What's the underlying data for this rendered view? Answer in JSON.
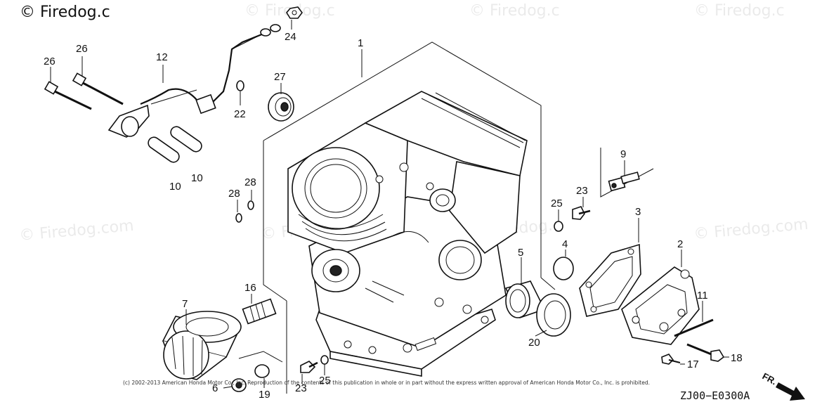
{
  "watermark": {
    "top_left": "© Firedog.c",
    "top_mid": "© Firedog.c",
    "top_right1": "© Firedog.c",
    "top_right2": "© Firedog.c",
    "mid_left": "© Firedog.com",
    "mid_center": "© Firedog.com",
    "mid_center2": "Firedog.",
    "mid_right": "© Firedog.com"
  },
  "callouts": {
    "c1": "1",
    "c2": "2",
    "c3": "3",
    "c4": "4",
    "c5": "5",
    "c6": "6",
    "c7": "7",
    "c9": "9",
    "c10a": "10",
    "c10b": "10",
    "c11": "11",
    "c12": "12",
    "c16": "16",
    "c17": "17",
    "c18": "18",
    "c19": "19",
    "c20": "20",
    "c22": "22",
    "c23a": "23",
    "c23b": "23",
    "c24": "24",
    "c25a": "25",
    "c25b": "25",
    "c26a": "26",
    "c26b": "26",
    "c27": "27",
    "c28a": "28",
    "c28b": "28"
  },
  "copyright": "(c) 2002-2013 American Honda Motor Co., Inc. Reproduction of the contents of this publication in whole or in part without the express written approval of American Honda Motor Co., Inc. is prohibited.",
  "diagram_code": "ZJ00−E0300A",
  "front_arrow_label": "FR."
}
